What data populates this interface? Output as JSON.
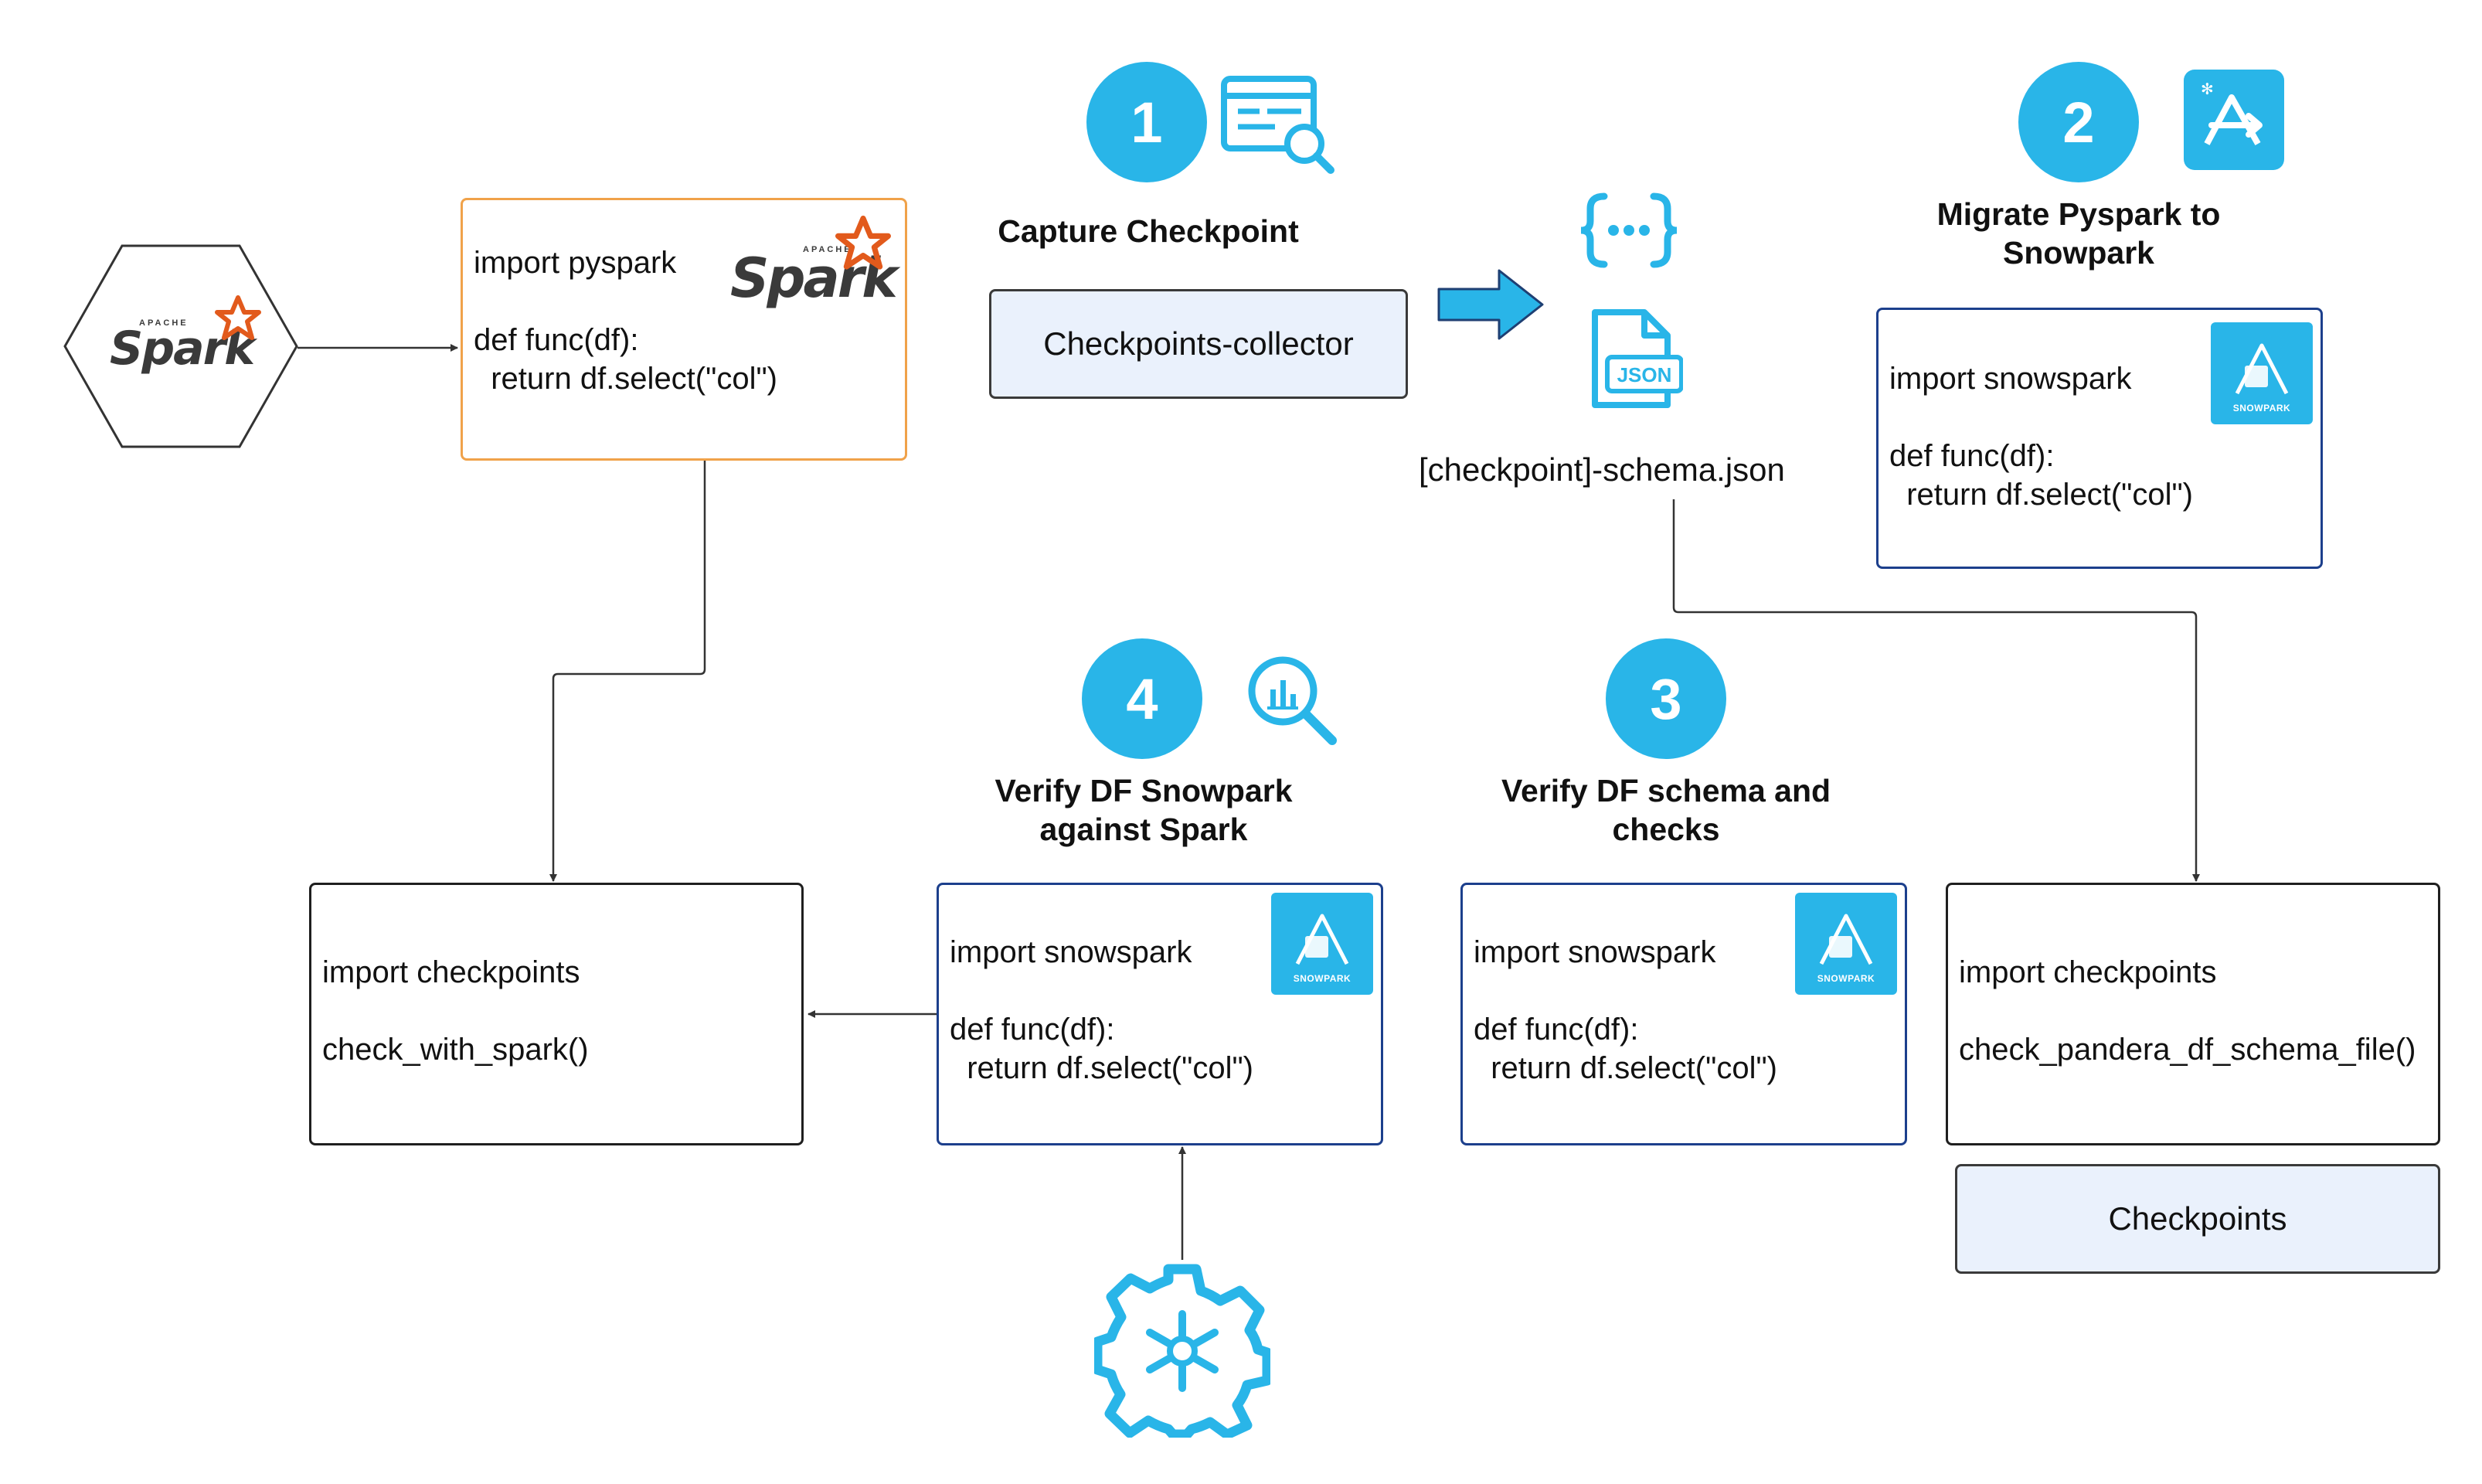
{
  "steps": [
    {
      "number": "1",
      "title": "Capture Checkpoint"
    },
    {
      "number": "2",
      "title_line1": "Migrate Pyspark to",
      "title_line2": "Snowpark"
    },
    {
      "number": "3",
      "title_line1": "Verify DF schema and",
      "title_line2": "checks"
    },
    {
      "number": "4",
      "title_line1": "Verify DF Snowpark",
      "title_line2": "against Spark"
    }
  ],
  "spark_source": {
    "line1": "import pyspark",
    "line2": "def func(df):",
    "line3": "  return df.select(\"col\")",
    "logo_text": "Spark",
    "logo_apache": "APACHE"
  },
  "hex_logo": {
    "text": "Spark",
    "apache": "APACHE"
  },
  "collector": {
    "label": "Checkpoints-collector"
  },
  "schema_file": {
    "label": "[checkpoint]-schema.json",
    "json_badge": "JSON"
  },
  "snowpark_top": {
    "line1": "import snowspark",
    "line2": "def func(df):",
    "line3": "  return df.select(\"col\")",
    "badge": "SNOWPARK"
  },
  "checkpoints_left": {
    "line1": "import checkpoints",
    "line2": "check_with_spark()"
  },
  "snowpark_mid": {
    "line1": "import snowspark",
    "line2": "def func(df):",
    "line3": "  return df.select(\"col\")",
    "badge": "SNOWPARK"
  },
  "snowpark_right": {
    "line1": "import snowspark",
    "line2": "def func(df):",
    "line3": "  return df.select(\"col\")",
    "badge": "SNOWPARK"
  },
  "checkpoints_right": {
    "line1": "import checkpoints",
    "line2": "check_pandera_df_schema_file()"
  },
  "checkpoints_box": {
    "label": "Checkpoints"
  },
  "colors": {
    "accent": "#29b5e8",
    "spark_orange": "#e25a1c",
    "border_blue": "#1c3f8c",
    "fill": "#eaf1fc"
  }
}
